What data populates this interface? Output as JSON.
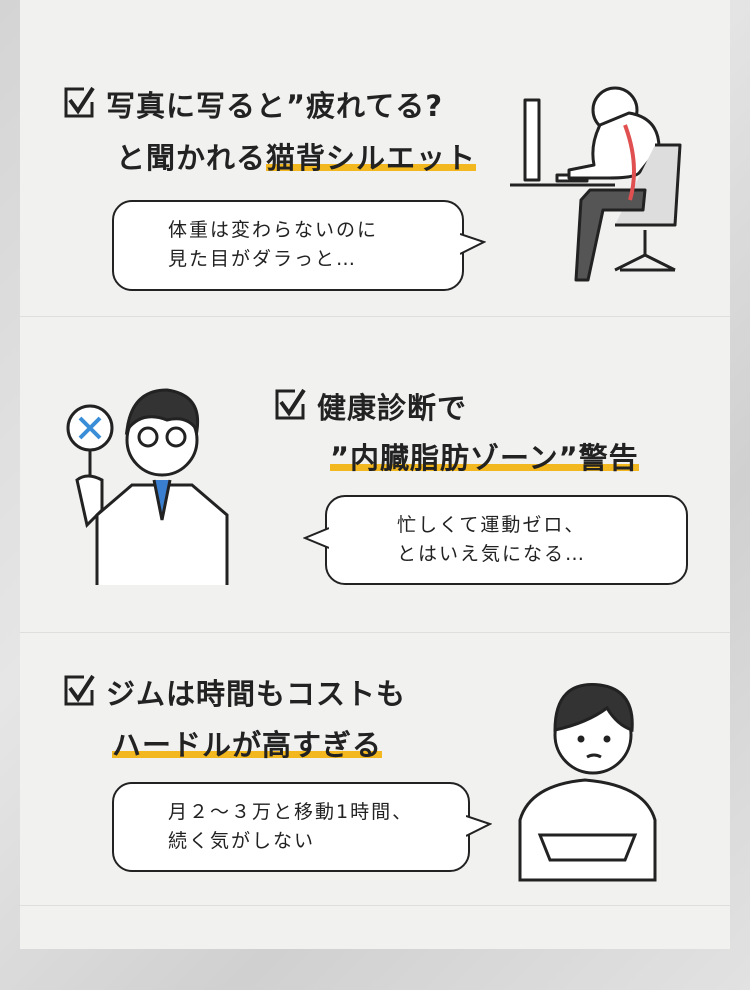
{
  "sections": [
    {
      "line1": "写真に写ると”疲れてる?",
      "line2a": "と聞かれる",
      "line2b": "猫背シルエット",
      "bubble": [
        "体重は変わらないのに",
        "見た目がダラっと…"
      ]
    },
    {
      "line1": "健康診断で",
      "line2a": "",
      "line2b": "”内臓脂肪ゾーン”警告",
      "bubble": [
        "忙しくて運動ゼロ、",
        "とはいえ気になる…"
      ]
    },
    {
      "line1": "ジムは時間もコストも",
      "line2a": "",
      "line2b": "ハードルが高すぎる",
      "bubble": [
        "月２～３万と移動1時間、",
        "続く気がしない"
      ]
    }
  ],
  "colors": {
    "highlight": "#f3b81f",
    "ink": "#222222"
  }
}
